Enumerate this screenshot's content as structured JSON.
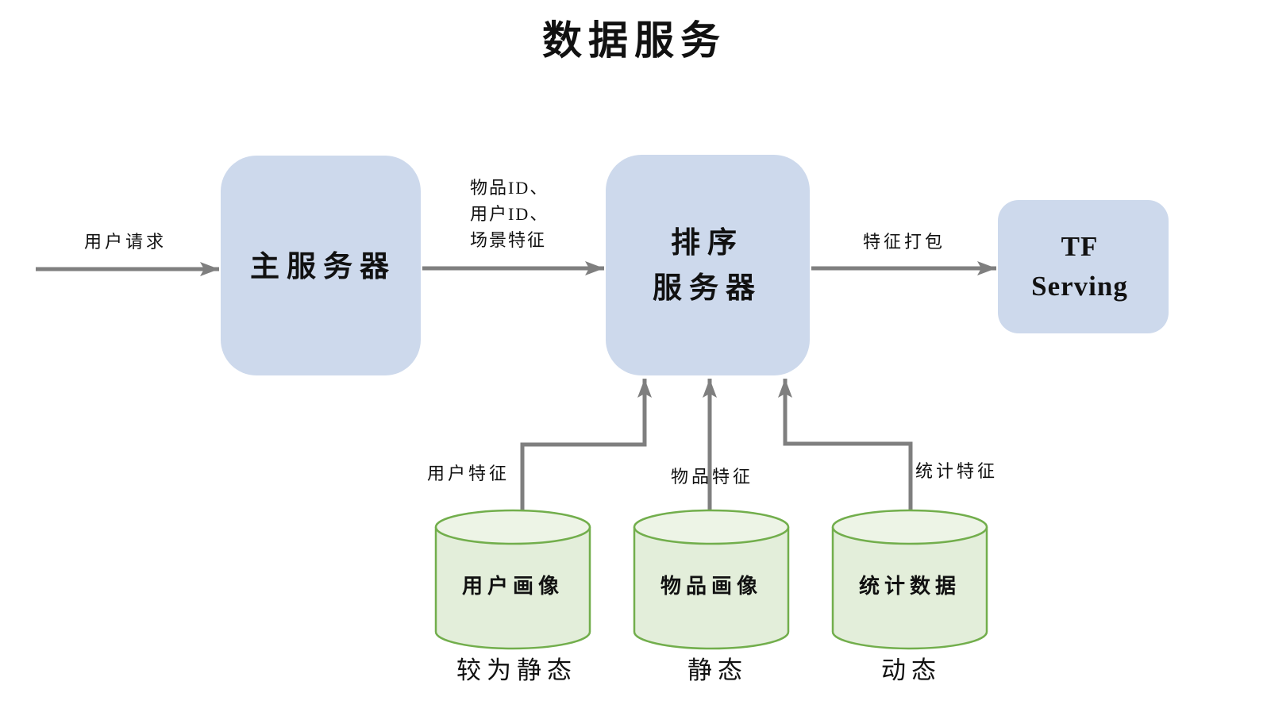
{
  "title": "数据服务",
  "colors": {
    "box_blue": "#cdd9ec",
    "arrow_gray": "#7f7f7f",
    "cylinder_fill": "#e3eeda",
    "cylinder_top_fill": "#edf4e6",
    "cylinder_stroke": "#72ae4c",
    "caption_green": "#4b5b48",
    "text_black": "#111111"
  },
  "nodes": {
    "main_server": {
      "label": "主服务器"
    },
    "sort_server": {
      "line1": "排序",
      "line2": "服务器"
    },
    "tf_serving": {
      "line1": "TF",
      "line2": "Serving"
    }
  },
  "edges": {
    "user_request": {
      "label": "用户请求"
    },
    "ids_features": {
      "line1": "物品ID、",
      "line2": "用户ID、",
      "line3": "场景特征"
    },
    "feature_pack": {
      "label": "特征打包"
    },
    "user_features": {
      "label": "用户特征"
    },
    "item_features": {
      "label": "物品特征"
    },
    "stat_features": {
      "label": "统计特征"
    }
  },
  "databases": [
    {
      "label": "用户画像",
      "caption": "较为静态"
    },
    {
      "label": "物品画像",
      "caption": "静态"
    },
    {
      "label": "统计数据",
      "caption": "动态"
    }
  ]
}
